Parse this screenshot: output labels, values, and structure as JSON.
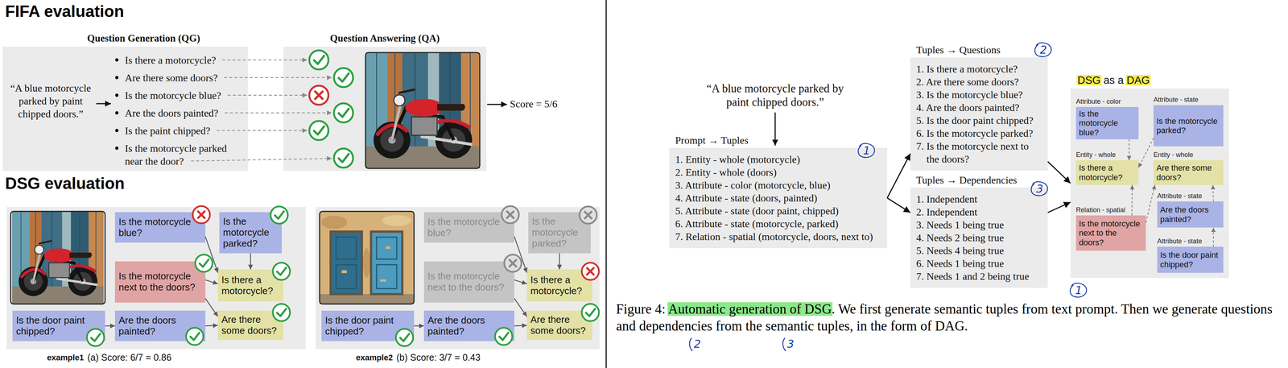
{
  "diagram": {
    "caption": "Figure 4: Automatic generation of DSG. We first generate semantic tuples from text prompt. Then we generate questions and dependencies from the semantic tuples, in the form of DAG.",
    "nodes": [
      {
        "text": [
          "Question Generation (QG)",
          "“A blue motorcycle parked by paint chipped doors.”",
          "Is there a motorcycle?",
          "Are there some doors?",
          "Is the motorcycle blue?",
          "Are the doors painted?",
          "Is the paint chipped?",
          "Is the motorcycle parked near the door?"
        ]
      },
      {
        "text": [
          "Question Answering (QA)"
        ]
      },
      {
        "text": [
          "example1",
          "(a) Score: 6/7 = 0.86"
        ]
      },
      {
        "text": [
          "Is the motorcycle blue?"
        ],
        "in": 2
      },
      {
        "text": [
          "Is the motorcycle parked?"
        ],
        "in": 2
      },
      {
        "text": [
          "Is the motorcycle next to the doors?"
        ],
        "in": 2
      },
      {
        "text": [
          "Is there a motorcycle?"
        ],
        "in": 2
      },
      {
        "text": [
          "Is the door paint chipped?"
        ],
        "in": 2
      },
      {
        "text": [
          "Are the doors painted?"
        ],
        "in": 2
      },
      {
        "text": [
          "Are there some doors?"
        ],
        "in": 2
      },
      {
        "text": [
          "example2",
          "(b) Score: 3/7 = 0.43"
        ]
      },
      {
        "text": [
          "Is the motorcycle blue?"
        ],
        "in": 10
      },
      {
        "text": [
          "Is the motorcycle parked?"
        ],
        "in": 10
      },
      {
        "text": [
          "Is the motorcycle next to the doors?"
        ],
        "in": 10
      },
      {
        "text": [
          "Is there a motorcycle?"
        ],
        "in": 10
      },
      {
        "text": [
          "Is the door paint chipped?"
        ],
        "in": 10
      },
      {
        "text": [
          "Are the doors painted?"
        ],
        "in": 10
      },
      {
        "text": [
          "Are there some doors?"
        ],
        "in": 10
      },
      {
        "text": [
          "Prompt → Tuples",
          "1. Entity - whole (motorcycle)",
          "2. Entity - whole (doors)",
          "3. Attribute - color (motorcycle, blue)",
          "4. Attribute - state (doors, painted)",
          "5. Attribute - state (door paint, chipped)",
          "6. Attribute - state (motorcycle, parked)",
          "7. Relation - spatial (motorcycle, doors, next to)"
        ]
      },
      {
        "text": [
          "Tuples → Questions",
          "1. Is there a motorcycle?",
          "2. Are there some doors?",
          "3. Is the motorcycle blue?",
          "4. Are the doors painted?",
          "5. Is the door paint chipped?",
          "6. Is the motorcycle parked?",
          "7. Is the motorcycle next to the doors?"
        ]
      },
      {
        "text": [
          "Tuples → Dependencies",
          "1. Independent",
          "2. Independent",
          "3. Needs 1 being true",
          "4. Needs 2 being true",
          "5. Needs 4 being true",
          "6. Needs 1 being true",
          "7. Needs 1 and 2 being true"
        ]
      },
      {
        "text": [
          "DSG as a DAG"
        ]
      },
      {
        "text": [
          "Attribute - color",
          "Is the motorcycle blue?"
        ],
        "in": 21
      },
      {
        "text": [
          "Attribute - state",
          "Is the motorcycle parked?"
        ],
        "in": 21
      },
      {
        "text": [
          "Entity - whole",
          "Is there a motorcycle?"
        ],
        "in": 21
      },
      {
        "text": [
          "Entity - whole",
          "Are there some doors?"
        ],
        "in": 21
      },
      {
        "text": [
          "Relation - spatial",
          "Is the motorcycle next to the doors?"
        ],
        "in": 21
      },
      {
        "text": [
          "Attribute - state",
          "Are the doors painted?"
        ],
        "in": 21
      },
      {
        "text": [
          "Attribute - state",
          "Is the door paint chipped?"
        ],
        "in": 21
      }
    ],
    "edges": [
      {
        "from": 3,
        "to": 6,
        "arrow": "to"
      },
      {
        "from": 4,
        "to": 6,
        "arrow": "to"
      },
      {
        "from": 5,
        "to": 6,
        "arrow": "to"
      },
      {
        "from": 5,
        "to": 9,
        "arrow": "to"
      },
      {
        "from": 7,
        "to": 8,
        "arrow": "to"
      },
      {
        "from": 8,
        "to": 9,
        "arrow": "to"
      },
      {
        "from": 11,
        "to": 14,
        "arrow": "to"
      },
      {
        "from": 12,
        "to": 14,
        "arrow": "to"
      },
      {
        "from": 13,
        "to": 14,
        "arrow": "to"
      },
      {
        "from": 13,
        "to": 17,
        "arrow": "to"
      },
      {
        "from": 15,
        "to": 16,
        "arrow": "to"
      },
      {
        "from": 16,
        "to": 17,
        "arrow": "to"
      },
      {
        "from": 18,
        "to": 19,
        "arrow": "to"
      },
      {
        "from": 18,
        "to": 20,
        "arrow": "to"
      },
      {
        "from": 19,
        "to": 21,
        "arrow": "to"
      },
      {
        "from": 20,
        "to": 21,
        "arrow": "to"
      },
      {
        "from": 22,
        "to": 24,
        "arrow": "to"
      },
      {
        "from": 23,
        "to": 24,
        "arrow": "to"
      },
      {
        "from": 26,
        "to": 24,
        "arrow": "to"
      },
      {
        "from": 26,
        "to": 25,
        "arrow": "to"
      },
      {
        "from": 27,
        "to": 25,
        "arrow": "to"
      },
      {
        "from": 28,
        "to": 27,
        "arrow": "to"
      }
    ],
    "labels": [
      "FIFA evaluation",
      "Score = 5/6",
      "DSG evaluation",
      "“A blue motorcycle parked by paint chipped doors.”",
      "1",
      "2",
      "3",
      "1",
      "2",
      "3"
    ]
  }
}
